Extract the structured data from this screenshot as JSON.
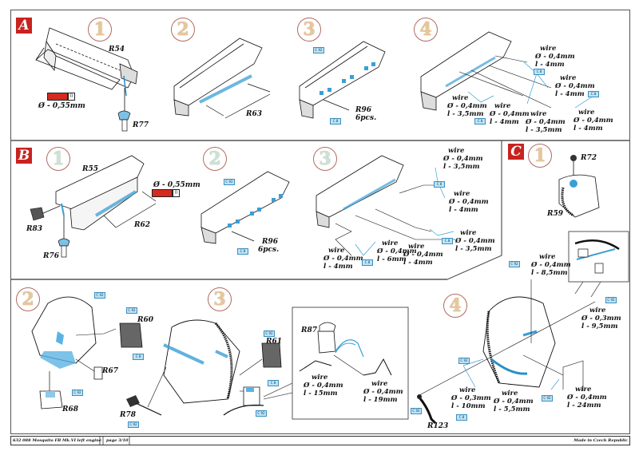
{
  "sections": {
    "A": {
      "letter": "A",
      "steps": [
        {
          "number": "1",
          "parts": [
            "R54",
            "R77"
          ],
          "paint": {
            "label": "Ø - 0,55mm"
          }
        },
        {
          "number": "2",
          "parts": [
            "R63"
          ]
        },
        {
          "number": "3",
          "parts": [
            "R96",
            "6pcs."
          ],
          "chips": [
            "C 92",
            "C 8"
          ]
        },
        {
          "number": "4",
          "wires": [
            {
              "title": "wire",
              "diameter": "Ø - 0,4mm",
              "length": "l - 4mm"
            },
            {
              "title": "wire",
              "diameter": "Ø - 0,4mm",
              "length": "l - 4mm"
            },
            {
              "title": "wire",
              "diameter": "Ø - 0,4mm",
              "length": "l - 3,5mm"
            },
            {
              "title": "wire",
              "diameter": "Ø - 0,4mm",
              "length": "l - 4mm"
            },
            {
              "title": "wire",
              "diameter": "Ø - 0,4mm",
              "length": "l - 3,5mm"
            },
            {
              "title": "wire",
              "diameter": "Ø - 0,4mm",
              "length": "l - 4mm"
            }
          ],
          "chips": [
            "C 8",
            "C 8",
            "C 8"
          ]
        }
      ]
    },
    "B": {
      "letter": "B",
      "steps": [
        {
          "number": "1",
          "parts": [
            "R55",
            "R83",
            "R62",
            "R76"
          ],
          "paint": {
            "label": "Ø - 0,55mm"
          }
        },
        {
          "number": "2",
          "parts": [
            "R96",
            "6pcs."
          ],
          "chips": [
            "C 92",
            "C 8"
          ]
        },
        {
          "number": "3",
          "wires": [
            {
              "title": "wire",
              "diameter": "Ø - 0,4mm",
              "length": "l - 3,5mm"
            },
            {
              "title": "wire",
              "diameter": "Ø - 0,4mm",
              "length": "l - 4mm"
            },
            {
              "title": "wire",
              "diameter": "Ø - 0,4mm",
              "length": "l - 3,5mm"
            },
            {
              "title": "wire",
              "diameter": "Ø - 0,4mm",
              "length": "l - 4mm"
            },
            {
              "title": "wire",
              "diameter": "Ø - 0,4mm",
              "length": "l - 6mm"
            },
            {
              "title": "wire",
              "diameter": "Ø - 0,4mm",
              "length": "l - 4mm"
            }
          ],
          "chips": [
            "C 8",
            "C 8",
            "C 8"
          ]
        }
      ]
    },
    "C": {
      "letter": "C",
      "steps": [
        {
          "number": "1",
          "parts": [
            "R72",
            "R59"
          ]
        },
        {
          "number": "2",
          "parts": [
            "R60",
            "R67",
            "R68"
          ],
          "chips": [
            "C 92",
            "C 92",
            "C 8",
            "C 92"
          ]
        },
        {
          "number": "3",
          "parts": [
            "R78",
            "R61",
            "R87"
          ],
          "chips": [
            "C 92",
            "C 92",
            "C 8",
            "C 92"
          ],
          "wires": [
            {
              "title": "wire",
              "diameter": "Ø - 0,4mm",
              "length": "l - 15mm"
            },
            {
              "title": "wire",
              "diameter": "Ø - 0,4mm",
              "length": "l - 19mm"
            }
          ]
        },
        {
          "number": "4",
          "parts": [
            "R123"
          ],
          "chips": [
            "C 92",
            "C 92",
            "C 92",
            "C 92",
            "C 8",
            "C 92"
          ],
          "wires": [
            {
              "title": "wire",
              "diameter": "Ø - 0,4mm",
              "length": "l - 8,5mm"
            },
            {
              "title": "wire",
              "diameter": "Ø - 0,3mm",
              "length": "l - 9,5mm"
            },
            {
              "title": "wire",
              "diameter": "Ø - 0,3mm",
              "length": "l - 10mm"
            },
            {
              "title": "wire",
              "diameter": "Ø - 0,4mm",
              "length": "l - 5,5mm"
            },
            {
              "title": "wire",
              "diameter": "Ø - 0,4mm",
              "length": "l - 24mm"
            }
          ]
        }
      ]
    }
  },
  "footer": {
    "product": "632 088  Mosquito FB Mk.VI  left engine",
    "page": "page 3/10",
    "origin": "Made in Czech Republic"
  },
  "colors": {
    "section_badge": "#c8231f",
    "highlight_blue": "#3a9fd6",
    "paint_red": "#d42a22",
    "step_number_tan": "#e7c79a",
    "step_number_green": "#cfe2d6"
  }
}
